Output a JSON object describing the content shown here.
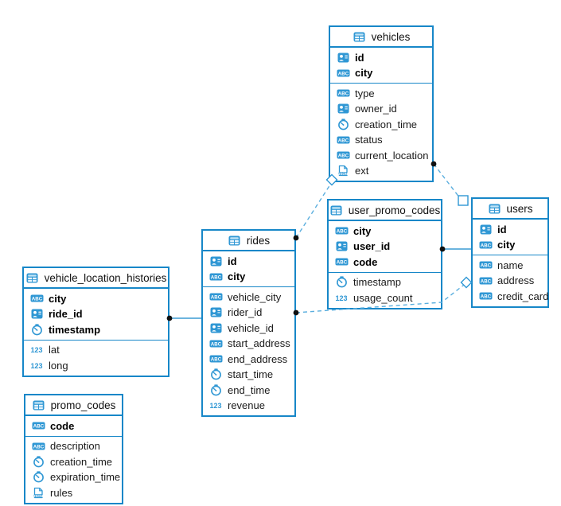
{
  "app": {
    "view_title": "database schema diagram"
  },
  "accent_colors": {
    "table_border_blue": "#1787c8",
    "icon_blue": "#2f97d4",
    "relation_line_blue": "#5aaede",
    "relation_dot_black": "#101010",
    "text_black": "#1a1a1a"
  },
  "tables": [
    {
      "id": "vehicles",
      "title": "vehicles",
      "pk": [
        {
          "label": "id",
          "icon": "person-id-icon"
        },
        {
          "label": "city",
          "icon": "text-icon"
        }
      ],
      "fields": [
        {
          "label": "type",
          "icon": "text-icon"
        },
        {
          "label": "owner_id",
          "icon": "person-id-icon"
        },
        {
          "label": "creation_time",
          "icon": "time-icon"
        },
        {
          "label": "status",
          "icon": "text-icon"
        },
        {
          "label": "current_location",
          "icon": "text-icon"
        },
        {
          "label": "ext",
          "icon": "json-icon"
        }
      ]
    },
    {
      "id": "user_promo_codes",
      "title": "user_promo_codes",
      "pk": [
        {
          "label": "city",
          "icon": "text-icon"
        },
        {
          "label": "user_id",
          "icon": "person-id-icon"
        },
        {
          "label": "code",
          "icon": "text-icon"
        }
      ],
      "fields": [
        {
          "label": "timestamp",
          "icon": "time-icon"
        },
        {
          "label": "usage_count",
          "icon": "number-icon"
        }
      ]
    },
    {
      "id": "users",
      "title": "users",
      "pk": [
        {
          "label": "id",
          "icon": "person-id-icon"
        },
        {
          "label": "city",
          "icon": "text-icon"
        }
      ],
      "fields": [
        {
          "label": "name",
          "icon": "text-icon"
        },
        {
          "label": "address",
          "icon": "text-icon"
        },
        {
          "label": "credit_card",
          "icon": "text-icon"
        }
      ]
    },
    {
      "id": "rides",
      "title": "rides",
      "pk": [
        {
          "label": "id",
          "icon": "person-id-icon"
        },
        {
          "label": "city",
          "icon": "text-icon"
        }
      ],
      "fields": [
        {
          "label": "vehicle_city",
          "icon": "text-icon"
        },
        {
          "label": "rider_id",
          "icon": "person-id-icon"
        },
        {
          "label": "vehicle_id",
          "icon": "person-id-icon"
        },
        {
          "label": "start_address",
          "icon": "text-icon"
        },
        {
          "label": "end_address",
          "icon": "text-icon"
        },
        {
          "label": "start_time",
          "icon": "time-icon"
        },
        {
          "label": "end_time",
          "icon": "time-icon"
        },
        {
          "label": "revenue",
          "icon": "number-icon"
        }
      ]
    },
    {
      "id": "vehicle_location_histories",
      "title": "vehicle_location_histories",
      "pk": [
        {
          "label": "city",
          "icon": "text-icon"
        },
        {
          "label": "ride_id",
          "icon": "person-id-icon"
        },
        {
          "label": "timestamp",
          "icon": "time-icon"
        }
      ],
      "fields": [
        {
          "label": "lat",
          "icon": "number-icon"
        },
        {
          "label": "long",
          "icon": "number-icon"
        }
      ]
    },
    {
      "id": "promo_codes",
      "title": "promo_codes",
      "pk": [
        {
          "label": "code",
          "icon": "text-icon"
        }
      ],
      "fields": [
        {
          "label": "description",
          "icon": "text-icon"
        },
        {
          "label": "creation_time",
          "icon": "time-icon"
        },
        {
          "label": "expiration_time",
          "icon": "time-icon"
        },
        {
          "label": "rules",
          "icon": "json-icon"
        }
      ]
    }
  ],
  "relations": [
    {
      "from": "rides",
      "to": "vehicles",
      "line": "dashed"
    },
    {
      "from": "vehicles",
      "to": "users",
      "line": "dashed"
    },
    {
      "from": "user_promo_codes",
      "to": "users",
      "line": "solid"
    },
    {
      "from": "rides",
      "to": "users",
      "line": "dashed"
    },
    {
      "from": "vehicle_location_histories",
      "to": "rides",
      "line": "solid"
    }
  ]
}
